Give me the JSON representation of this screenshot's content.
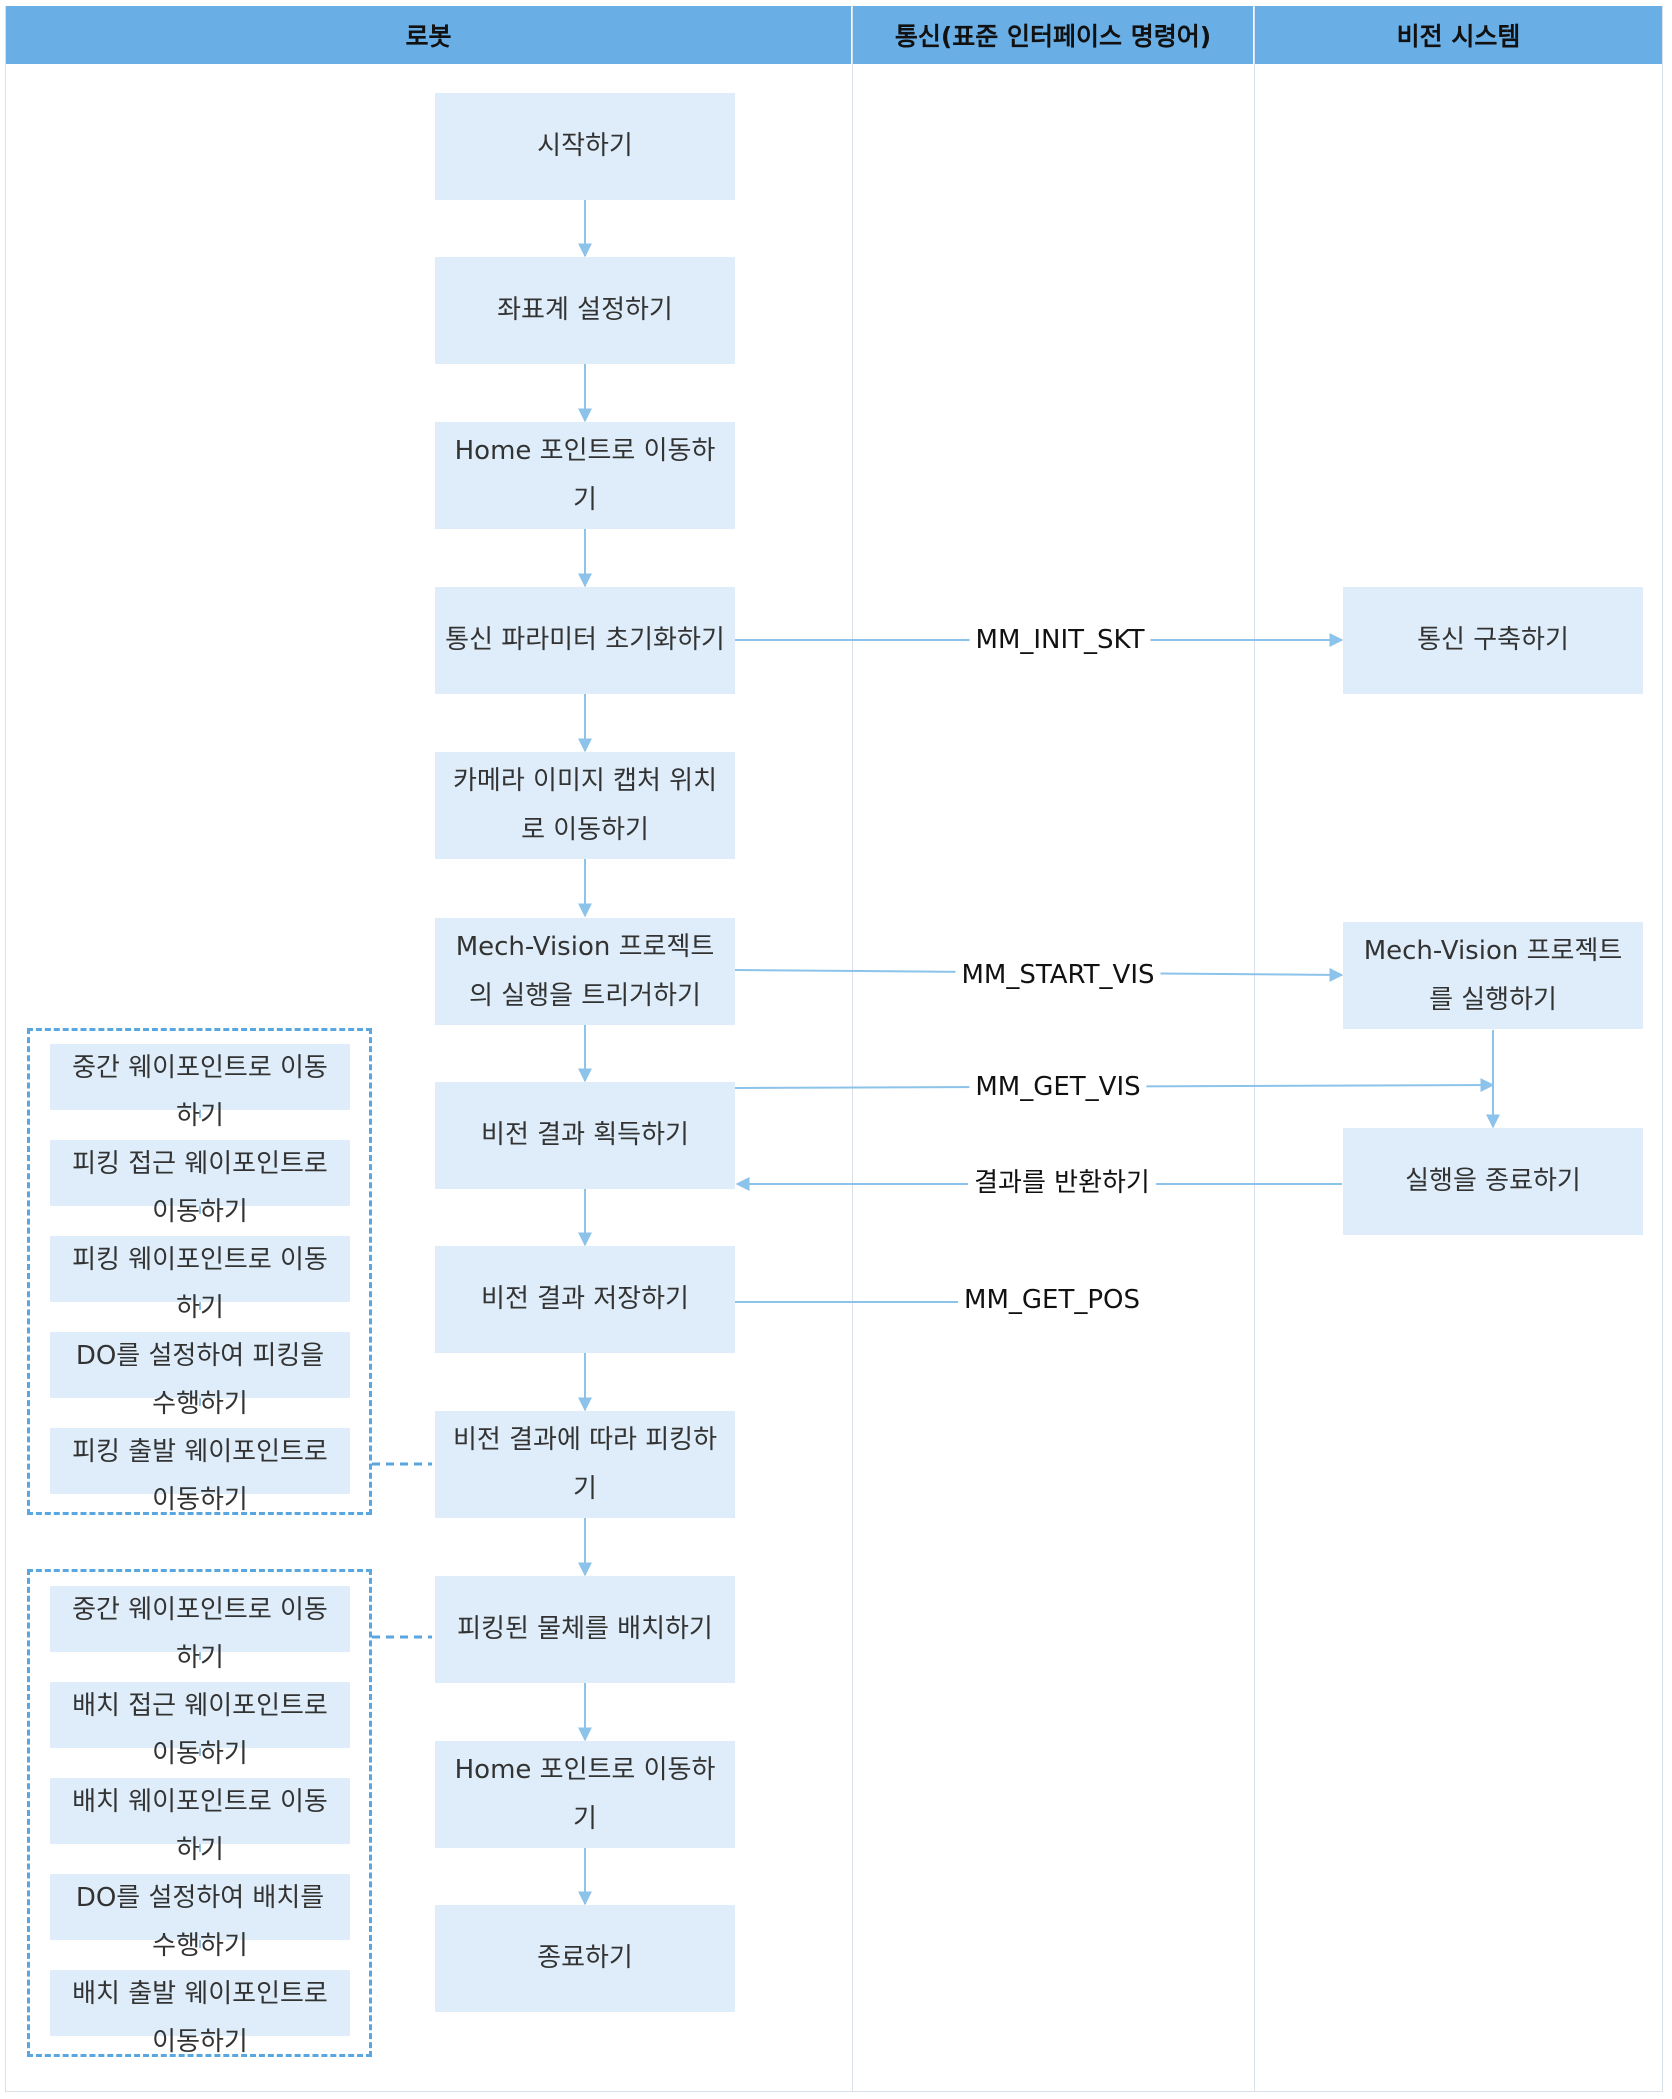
{
  "lanes": {
    "robot": "로봇",
    "communication": "통신(표준 인터페이스 명령어)",
    "vision": "비전 시스템"
  },
  "robot_steps": {
    "start": "시작하기",
    "coord": "좌표계 설정하기",
    "home1": "Home 포인트로 이동하기",
    "init_comm": "통신 파라미터 초기화하기",
    "move_capture": "카메라 이미지 캡처 위치로 이동하기",
    "trigger": "Mech-Vision 프로젝트의 실행을 트리거하기",
    "get_result": "비전 결과 획득하기",
    "save_result": "비전 결과 저장하기",
    "pick": "비전 결과에 따라 피킹하기",
    "place": "피킹된 물체를 배치하기",
    "home2": "Home 포인트로 이동하기",
    "end": "종료하기"
  },
  "vision_steps": {
    "establish": "통신 구축하기",
    "run_project": "Mech-Vision 프로젝트를 실행하기",
    "finish_run": "실행을 종료하기"
  },
  "messages": {
    "init_skt": "MM_INIT_SKT",
    "start_vis": "MM_START_VIS",
    "get_vis": "MM_GET_VIS",
    "return_result": "결과를 반환하기",
    "get_pos": "MM_GET_POS"
  },
  "pick_substeps": [
    {
      "line1": "중간 웨이포인트로 이동",
      "line2": "하기"
    },
    {
      "line1": "피킹 접근 웨이포인트로",
      "line2": "이동하기"
    },
    {
      "line1": "피킹 웨이포인트로 이동",
      "line2": "하기"
    },
    {
      "line1": "DO를 설정하여 피킹을",
      "line2": "수행하기"
    },
    {
      "line1": "피킹 출발 웨이포인트로",
      "line2": "이동하기"
    }
  ],
  "place_substeps": [
    {
      "line1": "중간 웨이포인트로 이동",
      "line2": "하기"
    },
    {
      "line1": "배치 접근 웨이포인트로",
      "line2": "이동하기"
    },
    {
      "line1": "배치 웨이포인트로 이동",
      "line2": "하기"
    },
    {
      "line1": "DO를 설정하여 배치를",
      "line2": "수행하기"
    },
    {
      "line1": "배치 출발 웨이포인트로",
      "line2": "이동하기"
    }
  ],
  "colors": {
    "header": "#6aaee6",
    "box": "#deedf9",
    "arrow": "#8cc3ea",
    "dashed": "#5aa6e0"
  }
}
